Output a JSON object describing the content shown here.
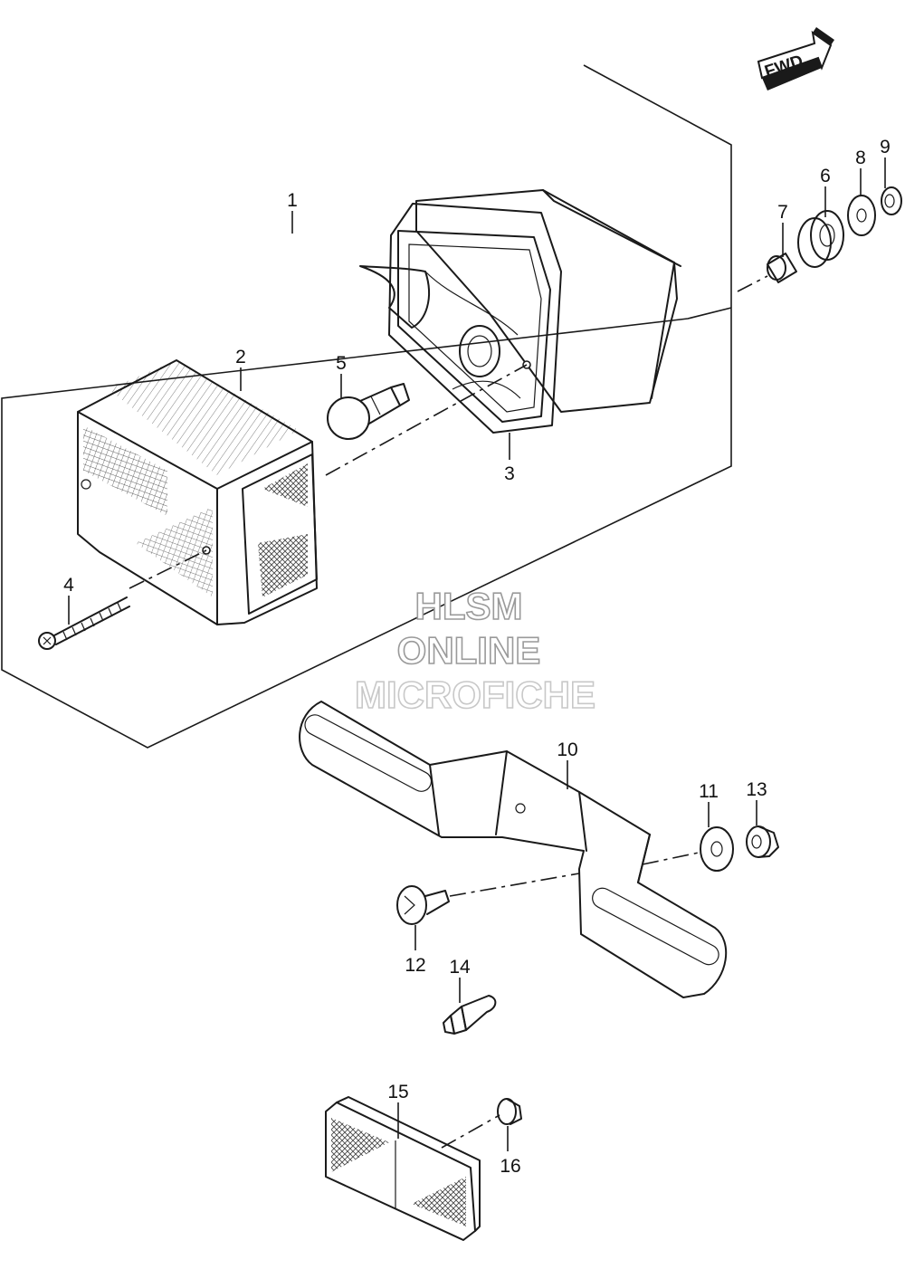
{
  "fwd_label": "FWD",
  "callouts": {
    "p1": "1",
    "p2": "2",
    "p3": "3",
    "p4": "4",
    "p5": "5",
    "p6": "6",
    "p7": "7",
    "p8": "8",
    "p9": "9",
    "p10": "10",
    "p11": "11",
    "p12": "12",
    "p13": "13",
    "p14": "14",
    "p15": "15",
    "p16": "16"
  },
  "watermark": {
    "line1": "HLSM",
    "line2": "ONLINE",
    "line3": "MICROFICHE"
  },
  "colors": {
    "ink": "#1a1a1a",
    "watermark_outline": "#9a9a9a",
    "background": "#ffffff"
  }
}
